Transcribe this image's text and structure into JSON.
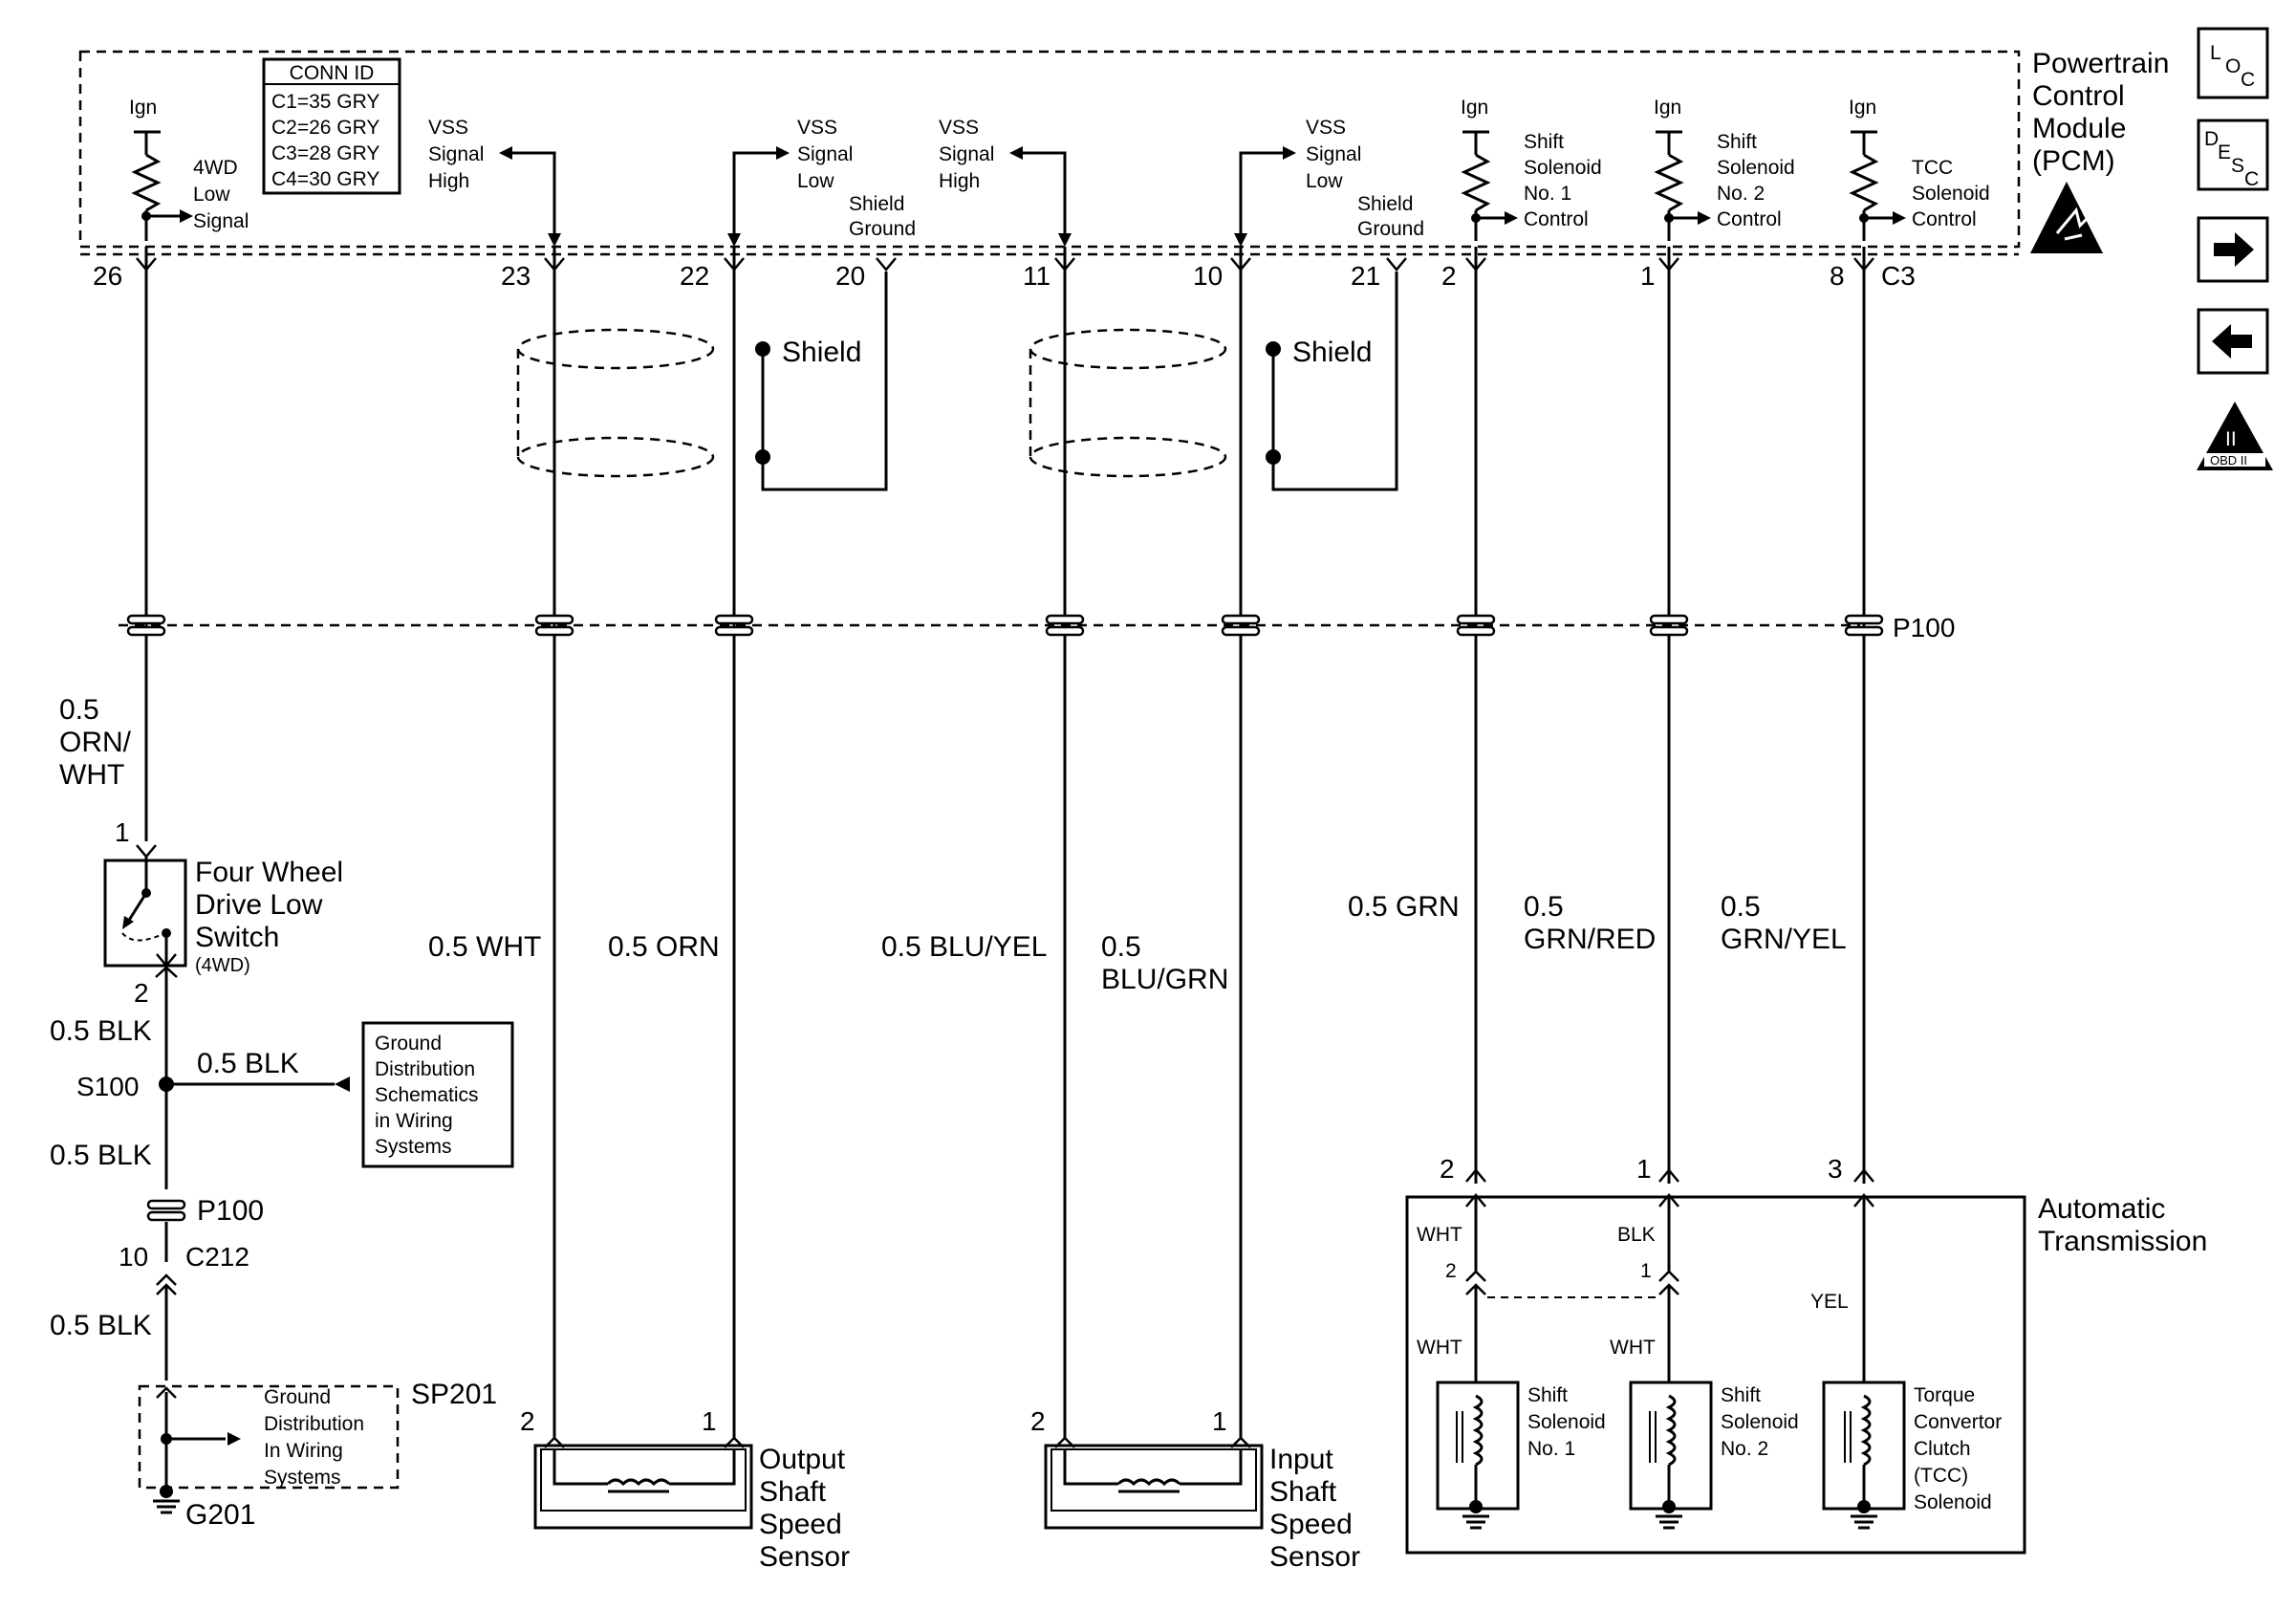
{
  "pcm": {
    "title_lines": [
      "Powertrain",
      "Control",
      "Module",
      "(PCM)"
    ],
    "conn_id_title": "CONN ID",
    "conn_id_rows": [
      "C1=35 GRY",
      "C2=26 GRY",
      "C3=28 GRY",
      "C4=30 GRY"
    ],
    "ign": "Ign",
    "four_wd_signal": [
      "4WD",
      "Low",
      "Signal"
    ],
    "vss_high": [
      "VSS",
      "Signal",
      "High"
    ],
    "vss_low": [
      "VSS",
      "Signal",
      "Low"
    ],
    "shield_ground": [
      "Shield",
      "Ground"
    ],
    "shift_sol_1_ctrl": [
      "Shift",
      "Solenoid",
      "No. 1",
      "Control"
    ],
    "shift_sol_2_ctrl": [
      "Shift",
      "Solenoid",
      "No. 2",
      "Control"
    ],
    "tcc_ctrl": [
      "TCC",
      "Solenoid",
      "Control"
    ],
    "connector": "C3"
  },
  "pins": {
    "p26": "26",
    "p23": "23",
    "p22": "22",
    "p20": "20",
    "p11": "11",
    "p10": "10",
    "p21": "21",
    "p2": "2",
    "p1": "1",
    "p8": "8"
  },
  "shield_label": "Shield",
  "p100": "P100",
  "wires": {
    "orn_wht": [
      "0.5",
      "ORN/",
      "WHT"
    ],
    "wht": "0.5 WHT",
    "orn": "0.5 ORN",
    "blu_yel": "0.5 BLU/YEL",
    "blu_grn": [
      "0.5",
      "BLU/GRN"
    ],
    "grn": "0.5 GRN",
    "grn_red": [
      "0.5",
      "GRN/RED"
    ],
    "grn_yel": [
      "0.5",
      "GRN/YEL"
    ],
    "blk": "0.5 BLK"
  },
  "four_wd_switch": {
    "label": [
      "Four Wheel",
      "Drive Low",
      "Switch"
    ],
    "note": "(4WD)",
    "pin_top": "1",
    "pin_bottom": "2"
  },
  "ground": {
    "s100": "S100",
    "ref_box": [
      "Ground",
      "Distribution",
      "Schematics",
      "in Wiring",
      "Systems"
    ],
    "p100": "P100",
    "c212_pin": "10",
    "c212": "C212",
    "sp201": "SP201",
    "sp201_ref": [
      "Ground",
      "Distribution",
      "In Wiring",
      "Systems"
    ],
    "g201": "G201"
  },
  "output_sensor": {
    "label": [
      "Output",
      "Shaft",
      "Speed",
      "Sensor"
    ],
    "pin2": "2",
    "pin1": "1"
  },
  "input_sensor": {
    "label": [
      "Input",
      "Shaft",
      "Speed",
      "Sensor"
    ],
    "pin2": "2",
    "pin1": "1"
  },
  "transmission": {
    "label": [
      "Automatic",
      "Transmission"
    ],
    "pin_a": "2",
    "pin_b": "1",
    "pin_c": "3",
    "wht": "WHT",
    "blk": "BLK",
    "yel": "YEL",
    "inner_pin_a": "2",
    "inner_pin_b": "1",
    "sol1": [
      "Shift",
      "Solenoid",
      "No. 1"
    ],
    "sol2": [
      "Shift",
      "Solenoid",
      "No. 2"
    ],
    "tcc": [
      "Torque",
      "Convertor",
      "Clutch",
      "(TCC)",
      "Solenoid"
    ]
  },
  "side_icons": {
    "loc": [
      "L",
      "O",
      "C"
    ],
    "desc": [
      "D",
      "E",
      "S",
      "C"
    ],
    "obd": [
      "II",
      "OBD II"
    ]
  }
}
